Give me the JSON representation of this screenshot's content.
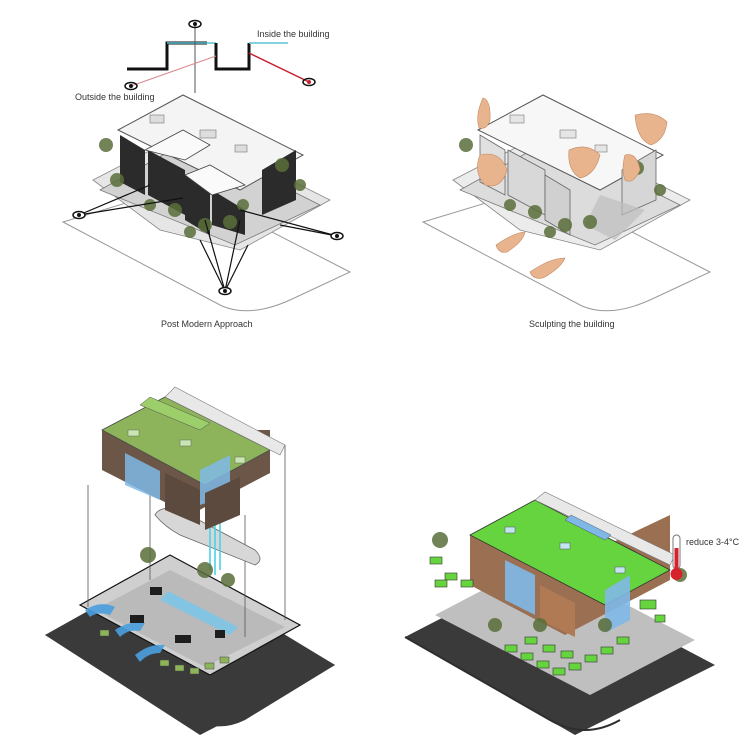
{
  "panels": [
    {
      "id": "post-modern",
      "caption": "Post Modern Approach",
      "annotations": {
        "inside": "Inside the building",
        "outside": "Outside the building"
      }
    },
    {
      "id": "sculpting",
      "caption": "Sculpting the building"
    },
    {
      "id": "exploded-axonometric",
      "caption": ""
    },
    {
      "id": "green-building",
      "caption": "",
      "annotations": {
        "temperature": "reduce 3-4°C"
      }
    }
  ],
  "colors": {
    "inside_line": "#5bc4d6",
    "outside_line": "#c8202e",
    "roof_green": "#8db45a",
    "roof_green_bright": "#66d43e",
    "facade_brown": "#6b5648",
    "facade_wood": "#9a6f52",
    "glass_blue": "#7fb8e8",
    "road": "#3a3a3a",
    "dark_block": "#2b2b2b",
    "thermometer_red": "#d7212b"
  },
  "icons": [
    "eye-icon",
    "hand-icon",
    "thermometer-icon",
    "tree-icon"
  ]
}
